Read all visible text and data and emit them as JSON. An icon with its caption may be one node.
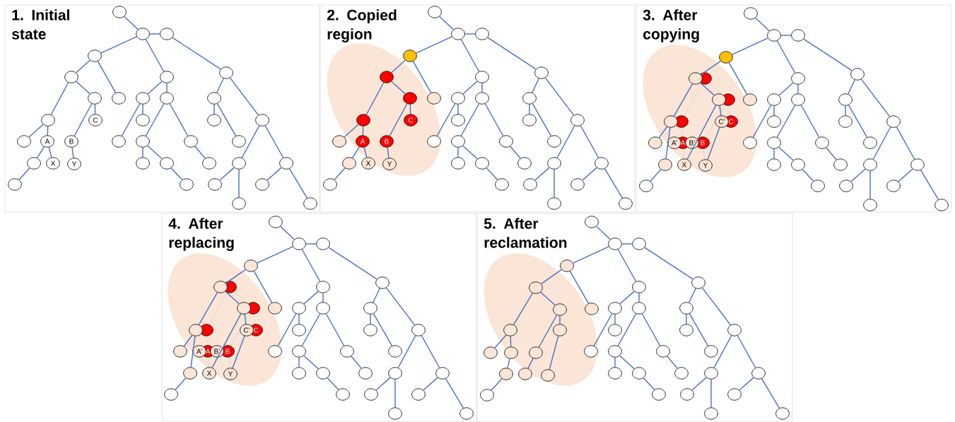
{
  "diagram": {
    "nodes": [
      {
        "text": [
          "1. Initial state"
        ]
      },
      {
        "text": [],
        "shape": "circle",
        "in": 0
      },
      {
        "text": [],
        "shape": "circle",
        "in": 0
      },
      {
        "text": [],
        "shape": "circle",
        "in": 0
      },
      {
        "text": [],
        "shape": "circle",
        "in": 0
      },
      {
        "text": [],
        "shape": "circle",
        "in": 0
      },
      {
        "text": [],
        "shape": "circle",
        "in": 0
      },
      {
        "text": [],
        "shape": "circle",
        "in": 0
      },
      {
        "text": [],
        "shape": "circle",
        "in": 0
      },
      {
        "text": [],
        "shape": "circle",
        "in": 0
      },
      {
        "text": [],
        "shape": "circle",
        "in": 0
      },
      {
        "text": [],
        "shape": "circle",
        "in": 0
      },
      {
        "text": [],
        "shape": "circle",
        "in": 0
      },
      {
        "text": [],
        "shape": "circle",
        "in": 0
      },
      {
        "text": [
          "C"
        ],
        "in": 0
      },
      {
        "text": [],
        "shape": "circle",
        "in": 0
      },
      {
        "text": [],
        "shape": "circle",
        "in": 0
      },
      {
        "text": [],
        "shape": "circle",
        "in": 0
      },
      {
        "text": [],
        "shape": "circle",
        "in": 0
      },
      {
        "text": [
          "A"
        ],
        "in": 0
      },
      {
        "text": [
          "B"
        ],
        "in": 0
      },
      {
        "text": [],
        "shape": "circle",
        "in": 0
      },
      {
        "text": [],
        "shape": "circle",
        "in": 0
      },
      {
        "text": [],
        "shape": "circle",
        "in": 0
      },
      {
        "text": [],
        "shape": "circle",
        "in": 0
      },
      {
        "text": [],
        "shape": "circle",
        "in": 0
      },
      {
        "text": [
          "X"
        ],
        "in": 0
      },
      {
        "text": [
          "Y"
        ],
        "in": 0
      },
      {
        "text": [],
        "shape": "circle",
        "in": 0
      },
      {
        "text": [],
        "shape": "circle",
        "in": 0
      },
      {
        "text": [],
        "shape": "circle",
        "in": 0
      },
      {
        "text": [],
        "shape": "circle",
        "in": 0
      },
      {
        "text": [],
        "shape": "circle",
        "in": 0
      },
      {
        "text": [],
        "shape": "circle",
        "in": 0
      },
      {
        "text": [],
        "shape": "circle",
        "in": 0
      },
      {
        "text": [],
        "shape": "circle",
        "in": 0
      },
      {
        "text": [],
        "shape": "circle",
        "in": 0
      },
      {
        "text": [],
        "shape": "circle",
        "in": 0
      },
      {
        "text": [],
        "shape": "circle",
        "in": 0
      },
      {
        "text": [
          "2. Copied region"
        ]
      },
      {
        "text": [],
        "shape": "circle",
        "in": 39
      },
      {
        "text": [],
        "shape": "circle",
        "in": 39
      },
      {
        "text": [],
        "shape": "circle",
        "in": 39
      },
      {
        "text": [],
        "shape": "circle",
        "in": 39
      },
      {
        "text": [],
        "shape": "circle",
        "in": 39
      },
      {
        "text": [],
        "shape": "circle",
        "in": 39
      },
      {
        "text": [],
        "shape": "circle",
        "in": 39
      },
      {
        "text": [],
        "shape": "circle",
        "in": 39
      },
      {
        "text": [],
        "shape": "circle",
        "in": 39
      },
      {
        "text": [],
        "shape": "circle",
        "in": 39
      },
      {
        "text": [],
        "shape": "circle",
        "in": 39
      },
      {
        "text": [],
        "shape": "circle",
        "in": 39
      },
      {
        "text": [],
        "shape": "circle",
        "in": 39
      },
      {
        "text": [
          "C"
        ],
        "in": 39
      },
      {
        "text": [],
        "shape": "circle",
        "in": 39
      },
      {
        "text": [],
        "shape": "circle",
        "in": 39
      },
      {
        "text": [],
        "shape": "circle",
        "in": 39
      },
      {
        "text": [],
        "shape": "circle",
        "in": 39
      },
      {
        "text": [
          "A"
        ],
        "in": 39
      },
      {
        "text": [
          "B"
        ],
        "in": 39
      },
      {
        "text": [],
        "shape": "circle",
        "in": 39
      },
      {
        "text": [],
        "shape": "circle",
        "in": 39
      },
      {
        "text": [],
        "shape": "circle",
        "in": 39
      },
      {
        "text": [],
        "shape": "circle",
        "in": 39
      },
      {
        "text": [],
        "shape": "circle",
        "in": 39
      },
      {
        "text": [
          "X"
        ],
        "in": 39
      },
      {
        "text": [
          "Y"
        ],
        "in": 39
      },
      {
        "text": [],
        "shape": "circle",
        "in": 39
      },
      {
        "text": [],
        "shape": "circle",
        "in": 39
      },
      {
        "text": [],
        "shape": "circle",
        "in": 39
      },
      {
        "text": [],
        "shape": "circle",
        "in": 39
      },
      {
        "text": [],
        "shape": "circle",
        "in": 39
      },
      {
        "text": [],
        "shape": "circle",
        "in": 39
      },
      {
        "text": [],
        "shape": "circle",
        "in": 39
      },
      {
        "text": [],
        "shape": "circle",
        "in": 39
      },
      {
        "text": [],
        "shape": "circle",
        "in": 39
      },
      {
        "text": [],
        "shape": "circle",
        "in": 39
      },
      {
        "text": [],
        "shape": "circle",
        "in": 39
      },
      {
        "text": [
          "3. After copying"
        ]
      },
      {
        "text": [],
        "shape": "circle",
        "in": 78
      },
      {
        "text": [],
        "shape": "circle",
        "in": 78
      },
      {
        "text": [],
        "shape": "circle",
        "in": 78
      },
      {
        "text": [],
        "shape": "circle",
        "in": 78
      },
      {
        "text": [],
        "shape": "circle",
        "in": 78
      },
      {
        "text": [],
        "shape": "circle",
        "in": 78
      },
      {
        "text": [],
        "shape": "circle",
        "in": 78
      },
      {
        "text": [],
        "shape": "circle",
        "in": 78
      },
      {
        "text": [],
        "shape": "circle",
        "in": 78
      },
      {
        "text": [],
        "shape": "circle",
        "in": 78
      },
      {
        "text": [],
        "shape": "circle",
        "in": 78
      },
      {
        "text": [],
        "shape": "circle",
        "in": 78
      },
      {
        "text": [],
        "shape": "circle",
        "in": 78
      },
      {
        "text": [],
        "shape": "circle",
        "in": 78
      },
      {
        "text": [],
        "shape": "circle",
        "in": 78
      },
      {
        "text": [],
        "shape": "circle",
        "in": 78
      },
      {
        "text": [
          "C’"
        ],
        "in": 78
      },
      {
        "text": [
          "C"
        ],
        "in": 78
      },
      {
        "text": [],
        "shape": "circle",
        "in": 78
      },
      {
        "text": [],
        "shape": "circle",
        "in": 78
      },
      {
        "text": [],
        "shape": "circle",
        "in": 78
      },
      {
        "text": [],
        "shape": "circle",
        "in": 78
      },
      {
        "text": [
          "A’"
        ],
        "in": 78
      },
      {
        "text": [
          "A"
        ],
        "in": 78
      },
      {
        "text": [
          "B’"
        ],
        "in": 78
      },
      {
        "text": [
          "B"
        ],
        "in": 78
      },
      {
        "text": [],
        "shape": "circle",
        "in": 78
      },
      {
        "text": [],
        "shape": "circle",
        "in": 78
      },
      {
        "text": [],
        "shape": "circle",
        "in": 78
      },
      {
        "text": [],
        "shape": "circle",
        "in": 78
      },
      {
        "text": [],
        "shape": "circle",
        "in": 78
      },
      {
        "text": [
          "X"
        ],
        "in": 78
      },
      {
        "text": [
          "Y"
        ],
        "in": 78
      },
      {
        "text": [],
        "shape": "circle",
        "in": 78
      },
      {
        "text": [],
        "shape": "circle",
        "in": 78
      },
      {
        "text": [],
        "shape": "circle",
        "in": 78
      },
      {
        "text": [],
        "shape": "circle",
        "in": 78
      },
      {
        "text": [],
        "shape": "circle",
        "in": 78
      },
      {
        "text": [],
        "shape": "circle",
        "in": 78
      },
      {
        "text": [],
        "shape": "circle",
        "in": 78
      },
      {
        "text": [],
        "shape": "circle",
        "in": 78
      },
      {
        "text": [],
        "shape": "circle",
        "in": 78
      },
      {
        "text": [],
        "shape": "circle",
        "in": 78
      },
      {
        "text": [],
        "shape": "circle",
        "in": 78
      },
      {
        "text": [
          "4. After replacing"
        ]
      },
      {
        "text": [],
        "shape": "circle",
        "in": 123
      },
      {
        "text": [],
        "shape": "circle",
        "in": 123
      },
      {
        "text": [],
        "shape": "circle",
        "in": 123
      },
      {
        "text": [],
        "shape": "circle",
        "in": 123
      },
      {
        "text": [],
        "shape": "circle",
        "in": 123
      },
      {
        "text": [],
        "shape": "circle",
        "in": 123
      },
      {
        "text": [],
        "shape": "circle",
        "in": 123
      },
      {
        "text": [],
        "shape": "circle",
        "in": 123
      },
      {
        "text": [],
        "shape": "circle",
        "in": 123
      },
      {
        "text": [],
        "shape": "circle",
        "in": 123
      },
      {
        "text": [],
        "shape": "circle",
        "in": 123
      },
      {
        "text": [],
        "shape": "circle",
        "in": 123
      },
      {
        "text": [],
        "shape": "circle",
        "in": 123
      },
      {
        "text": [],
        "shape": "circle",
        "in": 123
      },
      {
        "text": [],
        "shape": "circle",
        "in": 123
      },
      {
        "text": [],
        "shape": "circle",
        "in": 123
      },
      {
        "text": [
          "C’"
        ],
        "in": 123
      },
      {
        "text": [
          "C"
        ],
        "in": 123
      },
      {
        "text": [],
        "shape": "circle",
        "in": 123
      },
      {
        "text": [],
        "shape": "circle",
        "in": 123
      },
      {
        "text": [],
        "shape": "circle",
        "in": 123
      },
      {
        "text": [],
        "shape": "circle",
        "in": 123
      },
      {
        "text": [
          "A’"
        ],
        "in": 123
      },
      {
        "text": [
          "A"
        ],
        "in": 123
      },
      {
        "text": [
          "B’"
        ],
        "in": 123
      },
      {
        "text": [
          "B"
        ],
        "in": 123
      },
      {
        "text": [],
        "shape": "circle",
        "in": 123
      },
      {
        "text": [],
        "shape": "circle",
        "in": 123
      },
      {
        "text": [],
        "shape": "circle",
        "in": 123
      },
      {
        "text": [],
        "shape": "circle",
        "in": 123
      },
      {
        "text": [],
        "shape": "circle",
        "in": 123
      },
      {
        "text": [
          "X"
        ],
        "in": 123
      },
      {
        "text": [
          "Y"
        ],
        "in": 123
      },
      {
        "text": [],
        "shape": "circle",
        "in": 123
      },
      {
        "text": [],
        "shape": "circle",
        "in": 123
      },
      {
        "text": [],
        "shape": "circle",
        "in": 123
      },
      {
        "text": [],
        "shape": "circle",
        "in": 123
      },
      {
        "text": [],
        "shape": "circle",
        "in": 123
      },
      {
        "text": [],
        "shape": "circle",
        "in": 123
      },
      {
        "text": [],
        "shape": "circle",
        "in": 123
      },
      {
        "text": [],
        "shape": "circle",
        "in": 123
      },
      {
        "text": [],
        "shape": "circle",
        "in": 123
      },
      {
        "text": [],
        "shape": "circle",
        "in": 123
      },
      {
        "text": [],
        "shape": "circle",
        "in": 123
      },
      {
        "text": [
          "5. After reclamation"
        ]
      },
      {
        "text": [],
        "shape": "circle",
        "in": 168
      },
      {
        "text": [],
        "shape": "circle",
        "in": 168
      },
      {
        "text": [],
        "shape": "circle",
        "in": 168
      },
      {
        "text": [],
        "shape": "circle",
        "in": 168
      },
      {
        "text": [],
        "shape": "circle",
        "in": 168
      },
      {
        "text": [],
        "shape": "circle",
        "in": 168
      },
      {
        "text": [],
        "shape": "circle",
        "in": 168
      },
      {
        "text": [],
        "shape": "circle",
        "in": 168
      },
      {
        "text": [],
        "shape": "circle",
        "in": 168
      },
      {
        "text": [],
        "shape": "circle",
        "in": 168
      },
      {
        "text": [],
        "shape": "circle",
        "in": 168
      },
      {
        "text": [],
        "shape": "circle",
        "in": 168
      },
      {
        "text": [],
        "shape": "circle",
        "in": 168
      },
      {
        "text": [],
        "shape": "circle",
        "in": 168
      },
      {
        "text": [],
        "shape": "circle",
        "in": 168
      },
      {
        "text": [],
        "shape": "circle",
        "in": 168
      },
      {
        "text": [],
        "shape": "circle",
        "in": 168
      },
      {
        "text": [],
        "shape": "circle",
        "in": 168
      },
      {
        "text": [],
        "shape": "circle",
        "in": 168
      },
      {
        "text": [],
        "shape": "circle",
        "in": 168
      },
      {
        "text": [],
        "shape": "circle",
        "in": 168
      },
      {
        "text": [],
        "shape": "circle",
        "in": 168
      },
      {
        "text": [],
        "shape": "circle",
        "in": 168
      },
      {
        "text": [],
        "shape": "circle",
        "in": 168
      },
      {
        "text": [],
        "shape": "circle",
        "in": 168
      },
      {
        "text": [],
        "shape": "circle",
        "in": 168
      },
      {
        "text": [],
        "shape": "circle",
        "in": 168
      },
      {
        "text": [],
        "shape": "circle",
        "in": 168
      },
      {
        "text": [],
        "shape": "circle",
        "in": 168
      },
      {
        "text": [],
        "shape": "circle",
        "in": 168
      },
      {
        "text": [],
        "shape": "circle",
        "in": 168
      },
      {
        "text": [],
        "shape": "circle",
        "in": 168
      },
      {
        "text": [],
        "shape": "circle",
        "in": 168
      },
      {
        "text": [],
        "shape": "circle",
        "in": 168
      },
      {
        "text": [],
        "shape": "circle",
        "in": 168
      },
      {
        "text": [],
        "shape": "circle",
        "in": 168
      },
      {
        "text": [],
        "shape": "circle",
        "in": 168
      },
      {
        "text": [],
        "shape": "circle",
        "in": 168
      }
    ],
    "edges": [
      {
        "from": 1,
        "to": 2,
        "arrow": "none"
      },
      {
        "from": 2,
        "to": 3,
        "arrow": "none"
      },
      {
        "from": 2,
        "to": 4,
        "arrow": "none"
      },
      {
        "from": 2,
        "to": 6,
        "arrow": "none"
      },
      {
        "from": 3,
        "to": 7,
        "arrow": "none"
      },
      {
        "from": 4,
        "to": 5,
        "arrow": "none"
      },
      {
        "from": 4,
        "to": 9,
        "arrow": "none"
      },
      {
        "from": 5,
        "to": 13,
        "arrow": "none"
      },
      {
        "from": 5,
        "to": 8,
        "arrow": "none"
      },
      {
        "from": 8,
        "to": 20,
        "arrow": "none"
      },
      {
        "from": 8,
        "to": 14,
        "arrow": "none"
      },
      {
        "from": 13,
        "to": 18,
        "arrow": "none"
      },
      {
        "from": 13,
        "to": 19,
        "arrow": "none"
      },
      {
        "from": 19,
        "to": 25,
        "arrow": "none"
      },
      {
        "from": 19,
        "to": 26,
        "arrow": "none"
      },
      {
        "from": 25,
        "to": 33,
        "arrow": "none"
      },
      {
        "from": 20,
        "to": 27,
        "arrow": "none"
      },
      {
        "from": 6,
        "to": 10,
        "arrow": "none"
      },
      {
        "from": 6,
        "to": 11,
        "arrow": "none"
      },
      {
        "from": 10,
        "to": 21,
        "arrow": "none"
      },
      {
        "from": 10,
        "to": 15,
        "arrow": "none"
      },
      {
        "from": 11,
        "to": 22,
        "arrow": "none"
      },
      {
        "from": 11,
        "to": 23,
        "arrow": "none"
      },
      {
        "from": 22,
        "to": 28,
        "arrow": "none"
      },
      {
        "from": 22,
        "to": 29,
        "arrow": "none"
      },
      {
        "from": 29,
        "to": 34,
        "arrow": "none"
      },
      {
        "from": 23,
        "to": 30,
        "arrow": "none"
      },
      {
        "from": 7,
        "to": 12,
        "arrow": "none"
      },
      {
        "from": 7,
        "to": 17,
        "arrow": "none"
      },
      {
        "from": 12,
        "to": 16,
        "arrow": "none"
      },
      {
        "from": 12,
        "to": 24,
        "arrow": "none"
      },
      {
        "from": 17,
        "to": 31,
        "arrow": "none"
      },
      {
        "from": 17,
        "to": 32,
        "arrow": "none"
      },
      {
        "from": 31,
        "to": 35,
        "arrow": "none"
      },
      {
        "from": 31,
        "to": 37,
        "arrow": "none"
      },
      {
        "from": 32,
        "to": 36,
        "arrow": "none"
      },
      {
        "from": 32,
        "to": 38,
        "arrow": "none"
      },
      {
        "from": 40,
        "to": 41,
        "arrow": "none"
      },
      {
        "from": 41,
        "to": 42,
        "arrow": "none"
      },
      {
        "from": 41,
        "to": 43,
        "arrow": "none"
      },
      {
        "from": 41,
        "to": 45,
        "arrow": "none"
      },
      {
        "from": 42,
        "to": 46,
        "arrow": "none"
      },
      {
        "from": 43,
        "to": 44,
        "arrow": "none"
      },
      {
        "from": 43,
        "to": 48,
        "arrow": "none"
      },
      {
        "from": 44,
        "to": 52,
        "arrow": "none"
      },
      {
        "from": 44,
        "to": 47,
        "arrow": "none"
      },
      {
        "from": 47,
        "to": 59,
        "arrow": "none"
      },
      {
        "from": 47,
        "to": 53,
        "arrow": "none"
      },
      {
        "from": 52,
        "to": 57,
        "arrow": "none"
      },
      {
        "from": 52,
        "to": 58,
        "arrow": "none"
      },
      {
        "from": 58,
        "to": 64,
        "arrow": "none"
      },
      {
        "from": 58,
        "to": 65,
        "arrow": "none"
      },
      {
        "from": 64,
        "to": 72,
        "arrow": "none"
      },
      {
        "from": 59,
        "to": 66,
        "arrow": "none"
      },
      {
        "from": 45,
        "to": 49,
        "arrow": "none"
      },
      {
        "from": 45,
        "to": 50,
        "arrow": "none"
      },
      {
        "from": 49,
        "to": 60,
        "arrow": "none"
      },
      {
        "from": 49,
        "to": 54,
        "arrow": "none"
      },
      {
        "from": 50,
        "to": 61,
        "arrow": "none"
      },
      {
        "from": 50,
        "to": 62,
        "arrow": "none"
      },
      {
        "from": 61,
        "to": 67,
        "arrow": "none"
      },
      {
        "from": 61,
        "to": 68,
        "arrow": "none"
      },
      {
        "from": 68,
        "to": 73,
        "arrow": "none"
      },
      {
        "from": 62,
        "to": 69,
        "arrow": "none"
      },
      {
        "from": 46,
        "to": 51,
        "arrow": "none"
      },
      {
        "from": 46,
        "to": 56,
        "arrow": "none"
      },
      {
        "from": 51,
        "to": 55,
        "arrow": "none"
      },
      {
        "from": 51,
        "to": 63,
        "arrow": "none"
      },
      {
        "from": 56,
        "to": 70,
        "arrow": "none"
      },
      {
        "from": 56,
        "to": 71,
        "arrow": "none"
      },
      {
        "from": 70,
        "to": 74,
        "arrow": "none"
      },
      {
        "from": 70,
        "to": 76,
        "arrow": "none"
      },
      {
        "from": 71,
        "to": 75,
        "arrow": "none"
      },
      {
        "from": 71,
        "to": 77,
        "arrow": "none"
      },
      {
        "from": 79,
        "to": 80,
        "arrow": "none"
      },
      {
        "from": 80,
        "to": 81,
        "arrow": "none"
      },
      {
        "from": 80,
        "to": 82,
        "arrow": "none"
      },
      {
        "from": 80,
        "to": 85,
        "arrow": "none"
      },
      {
        "from": 81,
        "to": 86,
        "arrow": "none"
      },
      {
        "from": 82,
        "to": 83,
        "arrow": "none"
      },
      {
        "from": 82,
        "to": 89,
        "arrow": "none"
      },
      {
        "from": 83,
        "to": 87,
        "arrow": "none"
      },
      {
        "from": 83,
        "to": 93,
        "arrow": "none"
      },
      {
        "from": 93,
        "to": 100,
        "arrow": "none"
      },
      {
        "from": 93,
        "to": 109,
        "arrow": "none"
      },
      {
        "from": 109,
        "to": 117,
        "arrow": "none"
      },
      {
        "from": 87,
        "to": 95,
        "arrow": "none"
      },
      {
        "from": 87,
        "to": 110,
        "arrow": "none"
      },
      {
        "from": 95,
        "to": 111,
        "arrow": "none"
      },
      {
        "from": 84,
        "to": 88,
        "arrow": "none",
        "style": "dashed",
        "color": "#8faadc"
      },
      {
        "from": 84,
        "to": 94,
        "arrow": "none",
        "style": "dashed",
        "color": "#8faadc"
      },
      {
        "from": 88,
        "to": 96,
        "arrow": "none",
        "style": "dashed",
        "color": "#8faadc"
      },
      {
        "from": 88,
        "to": 104,
        "arrow": "none",
        "style": "dashed",
        "color": "#8faadc"
      },
      {
        "from": 94,
        "to": 100,
        "arrow": "none",
        "style": "dashed",
        "color": "#8faadc"
      },
      {
        "from": 94,
        "to": 102,
        "arrow": "none",
        "style": "dashed",
        "color": "#8faadc"
      },
      {
        "from": 102,
        "to": 109,
        "arrow": "none",
        "style": "dashed",
        "color": "#8faadc"
      },
      {
        "from": 102,
        "to": 110,
        "arrow": "none",
        "style": "dashed",
        "color": "#8faadc"
      },
      {
        "from": 104,
        "to": 111,
        "arrow": "none",
        "style": "dashed",
        "color": "#8faadc"
      },
      {
        "from": 85,
        "to": 90,
        "arrow": "none"
      },
      {
        "from": 85,
        "to": 91,
        "arrow": "none"
      },
      {
        "from": 90,
        "to": 105,
        "arrow": "none"
      },
      {
        "from": 90,
        "to": 97,
        "arrow": "none"
      },
      {
        "from": 91,
        "to": 106,
        "arrow": "none"
      },
      {
        "from": 91,
        "to": 107,
        "arrow": "none"
      },
      {
        "from": 106,
        "to": 112,
        "arrow": "none"
      },
      {
        "from": 106,
        "to": 113,
        "arrow": "none"
      },
      {
        "from": 113,
        "to": 118,
        "arrow": "none"
      },
      {
        "from": 107,
        "to": 114,
        "arrow": "none"
      },
      {
        "from": 86,
        "to": 92,
        "arrow": "none"
      },
      {
        "from": 86,
        "to": 99,
        "arrow": "none"
      },
      {
        "from": 92,
        "to": 98,
        "arrow": "none"
      },
      {
        "from": 92,
        "to": 108,
        "arrow": "none"
      },
      {
        "from": 99,
        "to": 115,
        "arrow": "none"
      },
      {
        "from": 99,
        "to": 116,
        "arrow": "none"
      },
      {
        "from": 115,
        "to": 119,
        "arrow": "none"
      },
      {
        "from": 115,
        "to": 121,
        "arrow": "none"
      },
      {
        "from": 116,
        "to": 120,
        "arrow": "none"
      },
      {
        "from": 116,
        "to": 122,
        "arrow": "none"
      },
      {
        "from": 124,
        "to": 125,
        "arrow": "none"
      },
      {
        "from": 125,
        "to": 126,
        "arrow": "none"
      },
      {
        "from": 125,
        "to": 127,
        "arrow": "none"
      },
      {
        "from": 125,
        "to": 130,
        "arrow": "none"
      },
      {
        "from": 126,
        "to": 131,
        "arrow": "none"
      },
      {
        "from": 127,
        "to": 128,
        "arrow": "none"
      },
      {
        "from": 127,
        "to": 134,
        "arrow": "none"
      },
      {
        "from": 128,
        "to": 132,
        "arrow": "none"
      },
      {
        "from": 128,
        "to": 138,
        "arrow": "none"
      },
      {
        "from": 138,
        "to": 145,
        "arrow": "none"
      },
      {
        "from": 138,
        "to": 154,
        "arrow": "none"
      },
      {
        "from": 154,
        "to": 162,
        "arrow": "none"
      },
      {
        "from": 132,
        "to": 140,
        "arrow": "none"
      },
      {
        "from": 132,
        "to": 155,
        "arrow": "none"
      },
      {
        "from": 140,
        "to": 156,
        "arrow": "none"
      },
      {
        "from": 129,
        "to": 133,
        "arrow": "none",
        "style": "dashed",
        "color": "#8faadc"
      },
      {
        "from": 129,
        "to": 139,
        "arrow": "none",
        "style": "dashed",
        "color": "#8faadc"
      },
      {
        "from": 133,
        "to": 141,
        "arrow": "none",
        "style": "dashed",
        "color": "#8faadc"
      },
      {
        "from": 133,
        "to": 149,
        "arrow": "none",
        "style": "dashed",
        "color": "#8faadc"
      },
      {
        "from": 139,
        "to": 145,
        "arrow": "none",
        "style": "dashed",
        "color": "#8faadc"
      },
      {
        "from": 139,
        "to": 147,
        "arrow": "none",
        "style": "dashed",
        "color": "#8faadc"
      },
      {
        "from": 147,
        "to": 154,
        "arrow": "none",
        "style": "dashed",
        "color": "#8faadc"
      },
      {
        "from": 147,
        "to": 155,
        "arrow": "none",
        "style": "dashed",
        "color": "#8faadc"
      },
      {
        "from": 149,
        "to": 156,
        "arrow": "none",
        "style": "dashed",
        "color": "#8faadc"
      },
      {
        "from": 130,
        "to": 135,
        "arrow": "none"
      },
      {
        "from": 130,
        "to": 136,
        "arrow": "none"
      },
      {
        "from": 135,
        "to": 150,
        "arrow": "none"
      },
      {
        "from": 135,
        "to": 142,
        "arrow": "none"
      },
      {
        "from": 136,
        "to": 151,
        "arrow": "none"
      },
      {
        "from": 136,
        "to": 152,
        "arrow": "none"
      },
      {
        "from": 151,
        "to": 157,
        "arrow": "none"
      },
      {
        "from": 151,
        "to": 158,
        "arrow": "none"
      },
      {
        "from": 158,
        "to": 163,
        "arrow": "none"
      },
      {
        "from": 152,
        "to": 159,
        "arrow": "none"
      },
      {
        "from": 131,
        "to": 137,
        "arrow": "none"
      },
      {
        "from": 131,
        "to": 144,
        "arrow": "none"
      },
      {
        "from": 137,
        "to": 143,
        "arrow": "none"
      },
      {
        "from": 137,
        "to": 153,
        "arrow": "none"
      },
      {
        "from": 144,
        "to": 160,
        "arrow": "none"
      },
      {
        "from": 144,
        "to": 161,
        "arrow": "none"
      },
      {
        "from": 160,
        "to": 164,
        "arrow": "none"
      },
      {
        "from": 160,
        "to": 166,
        "arrow": "none"
      },
      {
        "from": 161,
        "to": 165,
        "arrow": "none"
      },
      {
        "from": 161,
        "to": 167,
        "arrow": "none"
      },
      {
        "from": 169,
        "to": 170,
        "arrow": "none"
      },
      {
        "from": 170,
        "to": 171,
        "arrow": "none"
      },
      {
        "from": 170,
        "to": 172,
        "arrow": "none"
      },
      {
        "from": 170,
        "to": 174,
        "arrow": "none"
      },
      {
        "from": 171,
        "to": 175,
        "arrow": "none"
      },
      {
        "from": 172,
        "to": 173,
        "arrow": "none"
      },
      {
        "from": 172,
        "to": 177,
        "arrow": "none"
      },
      {
        "from": 173,
        "to": 176,
        "arrow": "none"
      },
      {
        "from": 173,
        "to": 181,
        "arrow": "none"
      },
      {
        "from": 181,
        "to": 186,
        "arrow": "none"
      },
      {
        "from": 181,
        "to": 187,
        "arrow": "none"
      },
      {
        "from": 187,
        "to": 193,
        "arrow": "none"
      },
      {
        "from": 193,
        "to": 201,
        "arrow": "none"
      },
      {
        "from": 176,
        "to": 182,
        "arrow": "none"
      },
      {
        "from": 176,
        "to": 188,
        "arrow": "none"
      },
      {
        "from": 188,
        "to": 194,
        "arrow": "none"
      },
      {
        "from": 182,
        "to": 195,
        "arrow": "none"
      },
      {
        "from": 174,
        "to": 178,
        "arrow": "none"
      },
      {
        "from": 174,
        "to": 179,
        "arrow": "none"
      },
      {
        "from": 178,
        "to": 189,
        "arrow": "none"
      },
      {
        "from": 178,
        "to": 183,
        "arrow": "none"
      },
      {
        "from": 179,
        "to": 190,
        "arrow": "none"
      },
      {
        "from": 179,
        "to": 191,
        "arrow": "none"
      },
      {
        "from": 190,
        "to": 196,
        "arrow": "none"
      },
      {
        "from": 190,
        "to": 197,
        "arrow": "none"
      },
      {
        "from": 197,
        "to": 202,
        "arrow": "none"
      },
      {
        "from": 191,
        "to": 198,
        "arrow": "none"
      },
      {
        "from": 175,
        "to": 180,
        "arrow": "none"
      },
      {
        "from": 175,
        "to": 185,
        "arrow": "none"
      },
      {
        "from": 180,
        "to": 184,
        "arrow": "none"
      },
      {
        "from": 180,
        "to": 192,
        "arrow": "none"
      },
      {
        "from": 185,
        "to": 199,
        "arrow": "none"
      },
      {
        "from": 185,
        "to": 200,
        "arrow": "none"
      },
      {
        "from": 199,
        "to": 203,
        "arrow": "none"
      },
      {
        "from": 199,
        "to": 205,
        "arrow": "none"
      },
      {
        "from": 200,
        "to": 204,
        "arrow": "none"
      },
      {
        "from": 200,
        "to": 206,
        "arrow": "none"
      }
    ]
  }
}
